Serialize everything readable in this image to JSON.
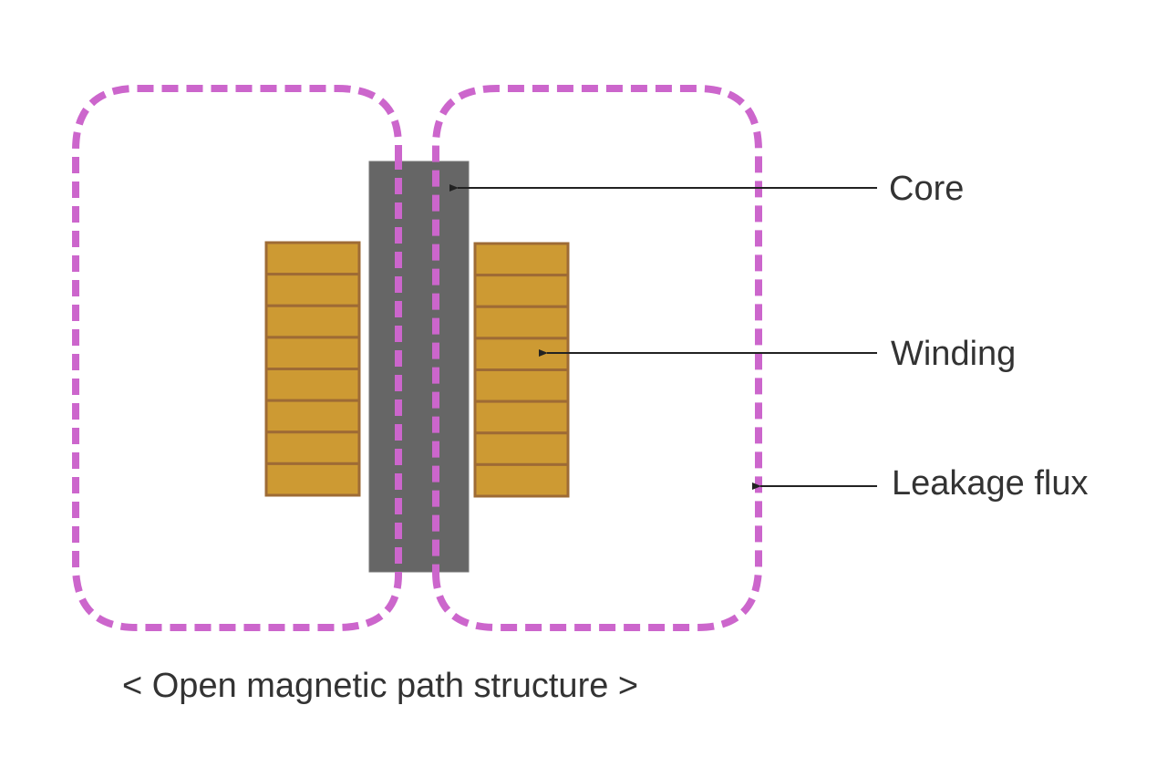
{
  "diagram": {
    "title": "< Open magnetic path structure >",
    "labels": {
      "core": "Core",
      "winding": "Winding",
      "leakage_flux": "Leakage flux"
    },
    "winding_turns_per_side": 8,
    "colors": {
      "core": "#666666",
      "winding_fill": "#CD9A33",
      "winding_stroke": "#9E6B35",
      "flux": "#CC66CC",
      "text": "#333333",
      "arrow": "#222222"
    }
  }
}
